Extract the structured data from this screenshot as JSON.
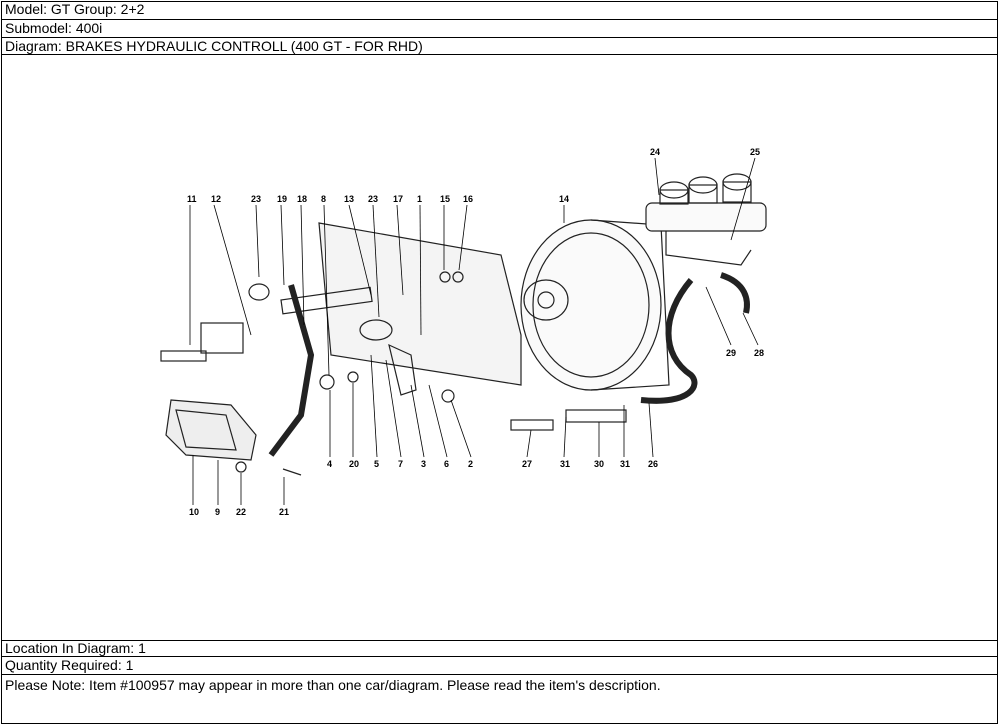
{
  "header": {
    "model": "Model: GT Group: 2+2",
    "submodel": "Submodel: 400i",
    "diagram": "Diagram: BRAKES HYDRAULIC CONTROLL (400 GT - FOR RHD)"
  },
  "diagram_labels": {
    "top": [
      "11",
      "12",
      "23",
      "19",
      "18",
      "8",
      "13",
      "23",
      "17",
      "1",
      "15",
      "16",
      "14",
      "24",
      "25"
    ],
    "bottom": [
      "4",
      "20",
      "5",
      "7",
      "3",
      "6",
      "2",
      "27",
      "31",
      "30",
      "31",
      "26",
      "10",
      "9",
      "22",
      "21",
      "29",
      "28"
    ]
  },
  "footer": {
    "location": "Location In Diagram: 1",
    "quantity": "Quantity Required: 1",
    "note": "Please Note: Item #100957 may appear in more than one car/diagram. Please read the item's description."
  }
}
